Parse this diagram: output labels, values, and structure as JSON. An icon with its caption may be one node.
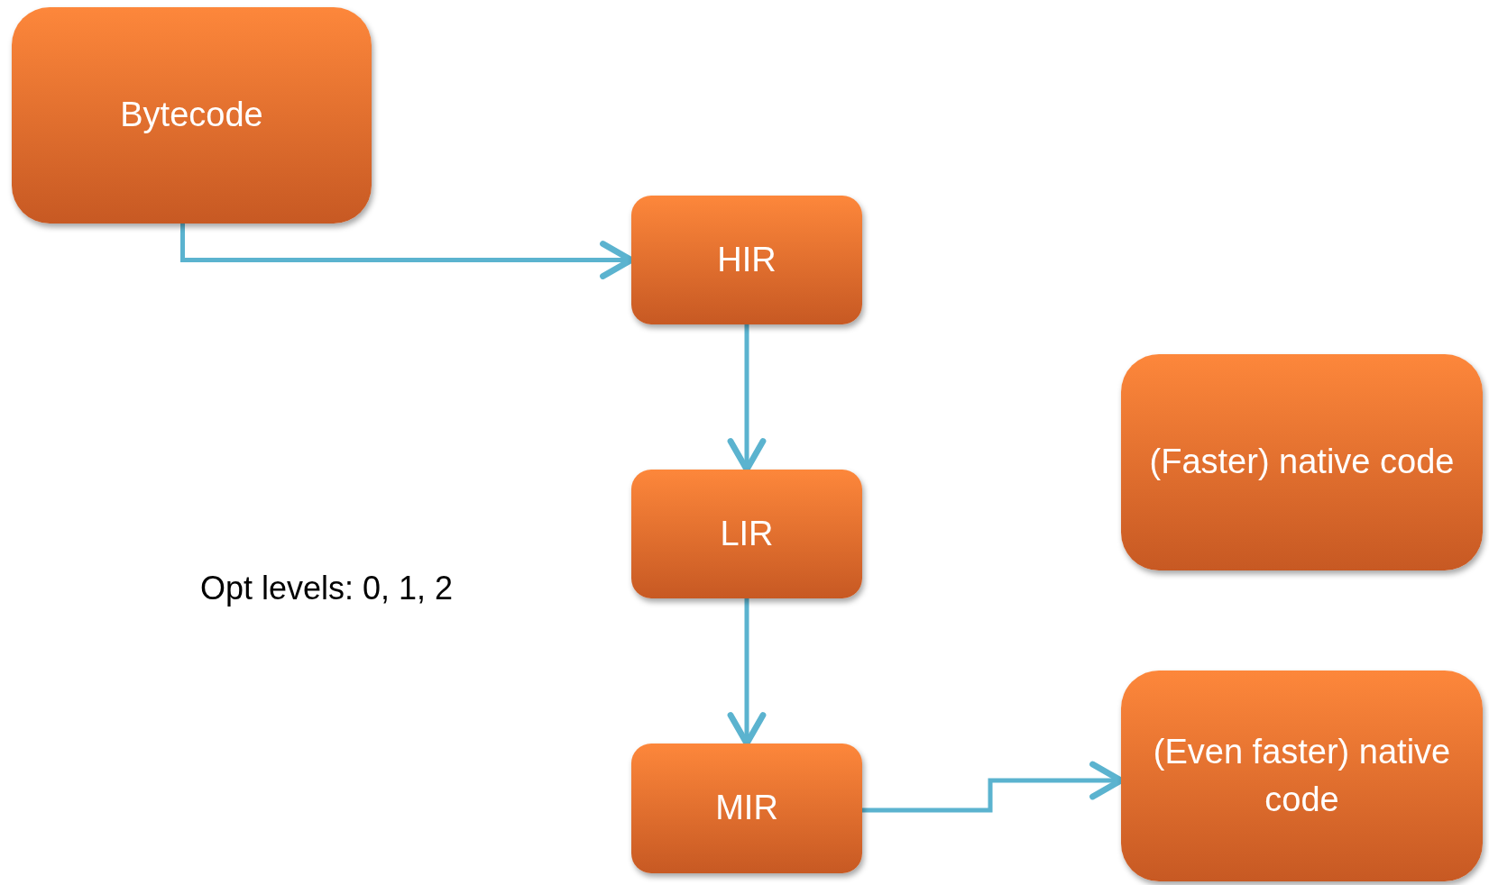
{
  "diagram": {
    "nodes": [
      {
        "text": [
          "Bytecode"
        ]
      },
      {
        "text": [
          "HIR"
        ]
      },
      {
        "text": [
          "LIR"
        ]
      },
      {
        "text": [
          "MIR"
        ]
      },
      {
        "text": [
          "(Faster) native code"
        ]
      },
      {
        "text": [
          "(Even faster) native code"
        ]
      }
    ],
    "edges": [
      {
        "from": 0,
        "to": 1,
        "arrow": "to"
      },
      {
        "from": 1,
        "to": 2,
        "arrow": "to"
      },
      {
        "from": 2,
        "to": 3,
        "arrow": "to"
      },
      {
        "from": 3,
        "to": 5,
        "arrow": "to"
      }
    ],
    "labels": [
      "Opt levels: 0, 1, 2"
    ]
  }
}
